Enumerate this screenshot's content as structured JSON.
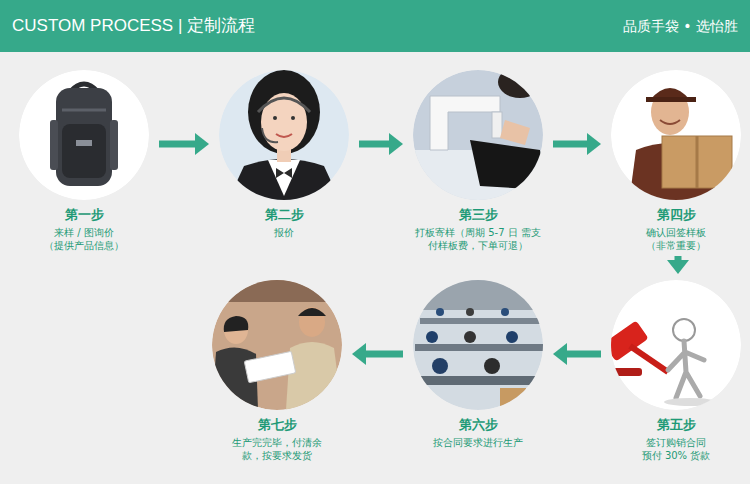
{
  "diagram": {
    "title": "CUSTOM PROCESS | 定制流程",
    "nodes": [
      {
        "text": [
          "第一步",
          "来样 / 图询价 （提供产品信息）"
        ]
      },
      {
        "text": [
          "第二步",
          "报价"
        ]
      },
      {
        "text": [
          "第三步",
          "打板寄样（周期 5-7 日 需支付样板费，下单可退）"
        ]
      },
      {
        "text": [
          "第四步",
          "确认回签样板 （非常重要）"
        ]
      },
      {
        "text": [
          "第五步",
          "签订购销合同 预付 30% 货款"
        ]
      },
      {
        "text": [
          "第六步",
          "按合同要求进行生产"
        ]
      },
      {
        "text": [
          "第七步",
          "生产完完毕，付清余 款，按要求发货"
        ]
      }
    ],
    "edges": [
      {
        "from": 0,
        "to": 1,
        "arrow": "to"
      },
      {
        "from": 1,
        "to": 2,
        "arrow": "to"
      },
      {
        "from": 2,
        "to": 3,
        "arrow": "to"
      },
      {
        "from": 3,
        "to": 4,
        "arrow": "to"
      },
      {
        "from": 4,
        "to": 5,
        "arrow": "to"
      },
      {
        "from": 5,
        "to": 6,
        "arrow": "to"
      }
    ],
    "labels": [
      "品质手袋 • 选怡胜"
    ]
  }
}
